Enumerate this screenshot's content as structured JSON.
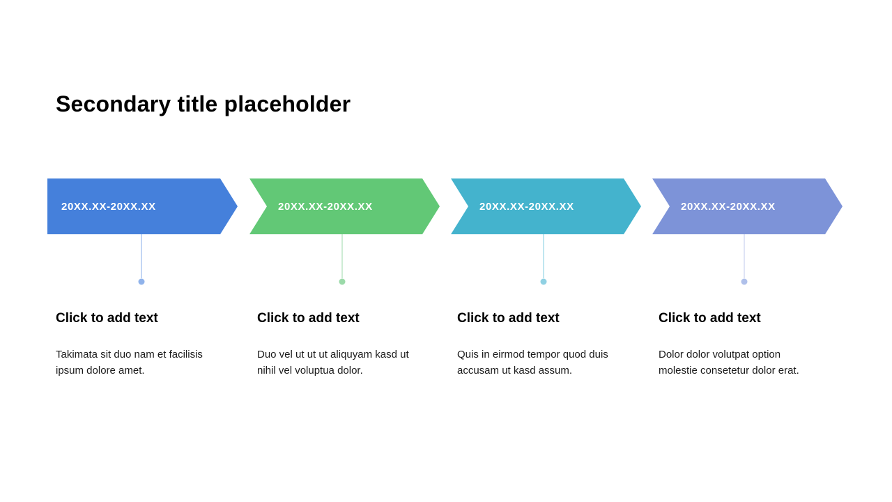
{
  "slide": {
    "title": "Secondary title placeholder"
  },
  "timeline": {
    "items": [
      {
        "date_label": "20XX.XX-20XX.XX",
        "color": "#4580DB",
        "line_color": "#AFC9F0",
        "dot_color": "#90B3EB",
        "heading": "Click to add text",
        "body": "Takimata sit duo nam et facilisis ipsum dolore amet."
      },
      {
        "date_label": "20XX.XX-20XX.XX",
        "color": "#62C876",
        "line_color": "#BCE5C5",
        "dot_color": "#9BDAA9",
        "heading": "Click to add text",
        "body": "Duo vel ut ut ut aliquyam kasd ut nihil vel voluptua dolor."
      },
      {
        "date_label": "20XX.XX-20XX.XX",
        "color": "#44B3CD",
        "line_color": "#ABDEEB",
        "dot_color": "#90D1E3",
        "heading": "Click to add text",
        "body": "Quis in eirmod tempor quod duis accusam ut kasd assum."
      },
      {
        "date_label": "20XX.XX-20XX.XX",
        "color": "#7D93D8",
        "line_color": "#D4DBF3",
        "dot_color": "#AFC0EA",
        "heading": "Click to add text",
        "body": "Dolor dolor volutpat option molestie consetetur dolor erat."
      }
    ]
  }
}
